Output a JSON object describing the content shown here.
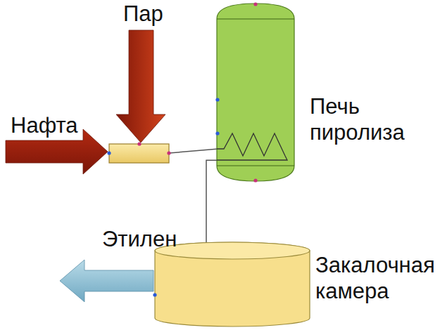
{
  "diagram": {
    "nodes": [
      {
        "text": [
          "Пар"
        ]
      },
      {
        "text": [
          "Нафта"
        ]
      },
      {
        "text": [
          "Печь пиролиза"
        ]
      },
      {
        "text": [
          "Закалочная камера"
        ]
      },
      {
        "text": [
          "Этилен"
        ]
      }
    ],
    "edges": [
      {
        "from": 2,
        "to": 3,
        "arrow": "none"
      }
    ]
  }
}
